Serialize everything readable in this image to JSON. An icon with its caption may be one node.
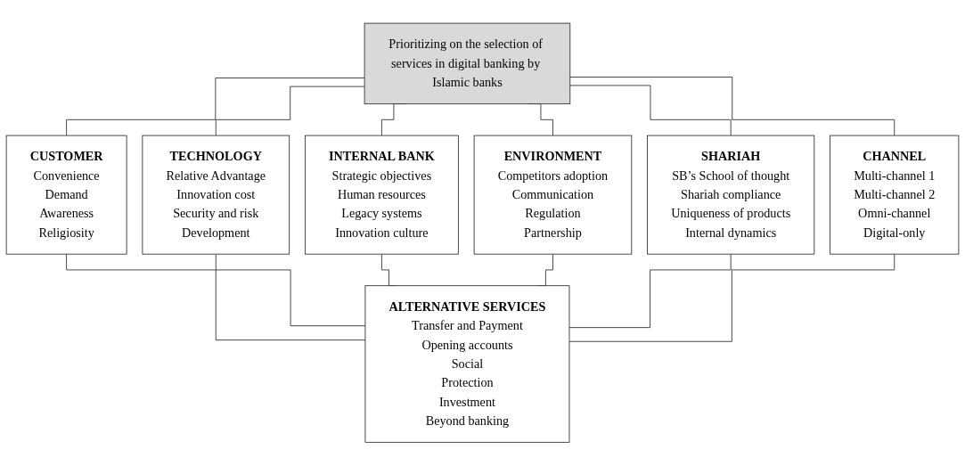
{
  "diagram": {
    "nodes": [
      {
        "text": [
          "Prioritizing on the selection of services in digital banking by Islamic banks"
        ]
      },
      {
        "text": [
          "CUSTOMER",
          "Convenience",
          "Demand",
          "Awareness",
          "Religiosity"
        ]
      },
      {
        "text": [
          "TECHNOLOGY",
          "Relative Advantage",
          "Innovation cost",
          "Security and risk",
          "Development"
        ]
      },
      {
        "text": [
          "INTERNAL BANK",
          "Strategic objectives",
          "Human resources",
          "Legacy systems",
          "Innovation culture"
        ]
      },
      {
        "text": [
          "ENVIRONMENT",
          "Competitors adoption",
          "Communication",
          "Regulation",
          "Partnership"
        ]
      },
      {
        "text": [
          "SHARIAH",
          "SB’s School of thought",
          "Shariah compliance",
          "Uniqueness of products",
          "Internal dynamics"
        ]
      },
      {
        "text": [
          "CHANNEL",
          "Multi-channel 1",
          "Multi-channel 2",
          "Omni-channel",
          "Digital-only"
        ]
      },
      {
        "text": [
          "ALTERNATIVE SERVICES",
          "Transfer and Payment",
          "Opening accounts",
          "Social",
          "Protection",
          "Investment",
          "Beyond banking"
        ]
      }
    ],
    "edges": [
      {
        "from": 0,
        "to": 1,
        "arrow": "none"
      },
      {
        "from": 0,
        "to": 2,
        "arrow": "none"
      },
      {
        "from": 0,
        "to": 3,
        "arrow": "none"
      },
      {
        "from": 0,
        "to": 4,
        "arrow": "none"
      },
      {
        "from": 0,
        "to": 5,
        "arrow": "none"
      },
      {
        "from": 0,
        "to": 6,
        "arrow": "none"
      },
      {
        "from": 1,
        "to": 7,
        "arrow": "none"
      },
      {
        "from": 2,
        "to": 7,
        "arrow": "none"
      },
      {
        "from": 3,
        "to": 7,
        "arrow": "none"
      },
      {
        "from": 4,
        "to": 7,
        "arrow": "none"
      },
      {
        "from": 5,
        "to": 7,
        "arrow": "none"
      },
      {
        "from": 6,
        "to": 7,
        "arrow": "none"
      }
    ]
  }
}
